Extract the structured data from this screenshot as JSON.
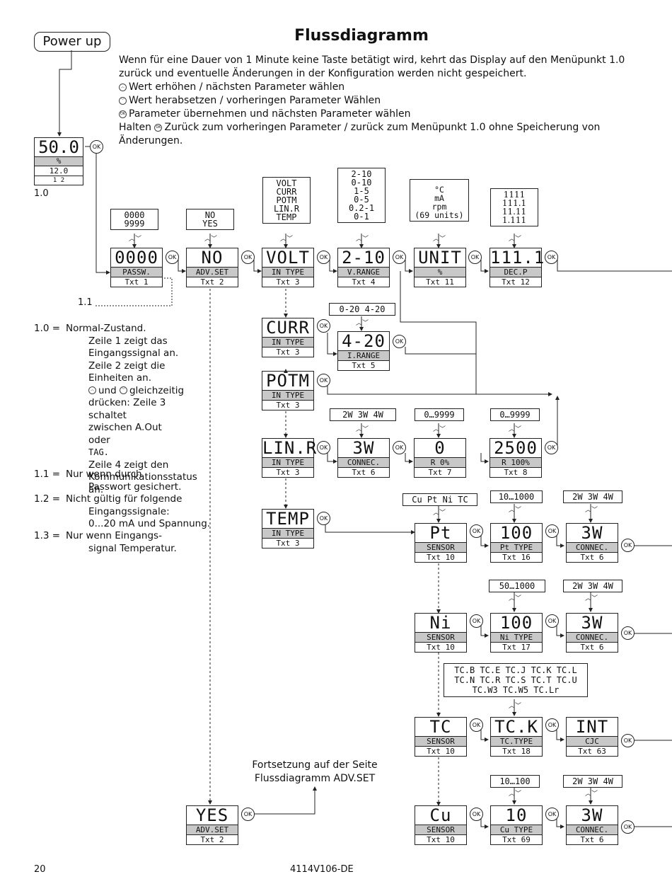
{
  "power_up": "Power up",
  "title": "Flussdiagramm",
  "intro": [
    "Wenn für eine Dauer von 1 Minute keine Taste betätigt wird, kehrt das Display auf den Menüpunkt 1.0",
    "zurück und eventuelle Änderungen in der Konfiguration werden nicht gespeichert."
  ],
  "legend": {
    "up": "Wert erhöhen / nächsten Parameter wählen",
    "down": "Wert herabsetzen / vorheringen Parameter Wählen",
    "ok": "Parameter übernehmen und nächsten Parameter wählen",
    "hold_prefix": "Halten",
    "hold_text": "Zurück zum vorheringen Parameter / zurück zum Menüpunkt 1.0 ohne Speicherung von",
    "hold_text2": "Änderungen."
  },
  "ok_label": "OK",
  "main_display": {
    "line1": "50.0",
    "line2": "%",
    "line3": "12.0",
    "status": "1 2",
    "label": "1.0"
  },
  "label_1_1": "1.1",
  "displays": {
    "passw": {
      "big": "0000",
      "mid": "PASSW.",
      "bot": "Txt 1"
    },
    "advset": {
      "big": "NO",
      "mid": "ADV.SET",
      "bot": "Txt 2"
    },
    "volt": {
      "big": "VOLT",
      "mid": "IN TYPE",
      "bot": "Txt 3"
    },
    "vrange": {
      "big": "2-10",
      "mid": "V.RANGE",
      "bot": "Txt 4"
    },
    "unit": {
      "big": "UNIT",
      "mid": "%",
      "bot": "Txt 11"
    },
    "decp": {
      "big": "111.1",
      "mid": "DEC.P",
      "bot": "Txt 12"
    },
    "curr": {
      "big": "CURR",
      "mid": "IN TYPE",
      "bot": "Txt 3"
    },
    "irange": {
      "big": "4-20",
      "mid": "I.RANGE",
      "bot": "Txt 5"
    },
    "potm": {
      "big": "POTM",
      "mid": "IN TYPE",
      "bot": "Txt 3"
    },
    "linr": {
      "big": "LIN.R",
      "mid": "IN TYPE",
      "bot": "Txt 3"
    },
    "connec_lin": {
      "big": "3W",
      "mid": "CONNEC.",
      "bot": "Txt 6"
    },
    "r0": {
      "big": "0",
      "mid": "R 0%",
      "bot": "Txt 7"
    },
    "r100": {
      "big": "2500",
      "mid": "R 100%",
      "bot": "Txt 8"
    },
    "temp": {
      "big": "TEMP",
      "mid": "IN TYPE",
      "bot": "Txt 3"
    },
    "pt": {
      "big": "Pt",
      "mid": "SENSOR",
      "bot": "Txt 10"
    },
    "pttype": {
      "big": "100",
      "mid": "Pt TYPE",
      "bot": "Txt 16"
    },
    "connec_pt": {
      "big": "3W",
      "mid": "CONNEC.",
      "bot": "Txt 6"
    },
    "ni": {
      "big": "Ni",
      "mid": "SENSOR",
      "bot": "Txt 10"
    },
    "nitype": {
      "big": "100",
      "mid": "Ni TYPE",
      "bot": "Txt 17"
    },
    "connec_ni": {
      "big": "3W",
      "mid": "CONNEC.",
      "bot": "Txt 6"
    },
    "tc": {
      "big": "TC",
      "mid": "SENSOR",
      "bot": "Txt 10"
    },
    "tctype": {
      "big": "TC.K",
      "mid": "TC.TYPE",
      "bot": "Txt 18"
    },
    "cjc": {
      "big": "INT",
      "mid": "CJC",
      "bot": "Txt 63"
    },
    "cu": {
      "big": "Cu",
      "mid": "SENSOR",
      "bot": "Txt 10"
    },
    "cutype": {
      "big": "10",
      "mid": "Cu TYPE",
      "bot": "Txt 69"
    },
    "connec_cu": {
      "big": "3W",
      "mid": "CONNEC.",
      "bot": "Txt 6"
    },
    "yes": {
      "big": "YES",
      "mid": "ADV.SET",
      "bot": "Txt 2"
    }
  },
  "options": {
    "passw": [
      "0000",
      "9999"
    ],
    "advset": [
      "NO",
      "YES"
    ],
    "volt": [
      "VOLT",
      "CURR",
      "POTM",
      "LIN.R",
      "TEMP"
    ],
    "vrange": [
      "2-10",
      "0-10",
      "1-5",
      "0-5",
      "0.2-1",
      "0-1"
    ],
    "unit": [
      "°C",
      "mA",
      "rpm",
      "(69 units)"
    ],
    "decp": [
      "1111",
      "111.1",
      "11.11",
      "1.111"
    ],
    "irange": [
      "0-20 4-20"
    ],
    "connec_lin": [
      "2W 3W 4W"
    ],
    "r0": [
      "0…9999"
    ],
    "r100": [
      "0…9999"
    ],
    "pt": [
      "Cu Pt Ni TC"
    ],
    "pttype": [
      "10…1000"
    ],
    "connec_pt": [
      "2W 3W 4W"
    ],
    "nitype": [
      "50…1000"
    ],
    "connec_ni": [
      "2W 3W 4W"
    ],
    "tctype": [
      "TC.B TC.E TC.J TC.K TC.L",
      "TC.N TC.R TC.S TC.T TC.U",
      "TC.W3 TC.W5 TC.Lr"
    ],
    "cutype": [
      "10…100"
    ],
    "connec_cu": [
      "2W 3W 4W"
    ]
  },
  "notes": [
    {
      "key": "1.0 =",
      "lines": [
        "Normal-Zustand.",
        "Zeile 1 zeigt das",
        "Eingangssignal an.",
        "Zeile 2 zeigt die",
        "Einheiten an."
      ]
    },
    {
      "key": "",
      "lines_pre": "und",
      "line_pre2": "gleichzeitig",
      "lines": [
        "drücken: Zeile 3 schaltet",
        "zwischen A.Out  oder",
        "TAG.",
        "Zeile 4 zeigt den",
        "Kommunikationsstatus",
        "an."
      ]
    },
    {
      "key": "1.1 =",
      "lines": [
        "Nur wenn durch",
        "Passwort gesichert."
      ]
    },
    {
      "key": "1.2 =",
      "lines": [
        "Nicht gültig für folgende",
        "Eingangssignale:",
        "0...20 mA und Spannung."
      ]
    },
    {
      "key": "1.3 =",
      "lines": [
        "Nur wenn Eingangs-",
        "signal Temperatur."
      ]
    }
  ],
  "continuation": [
    "Fortsetzung auf der Seite",
    "Flussdiagramm ADV.SET"
  ],
  "footer": {
    "page": "20",
    "doc": "4114V106-DE"
  }
}
